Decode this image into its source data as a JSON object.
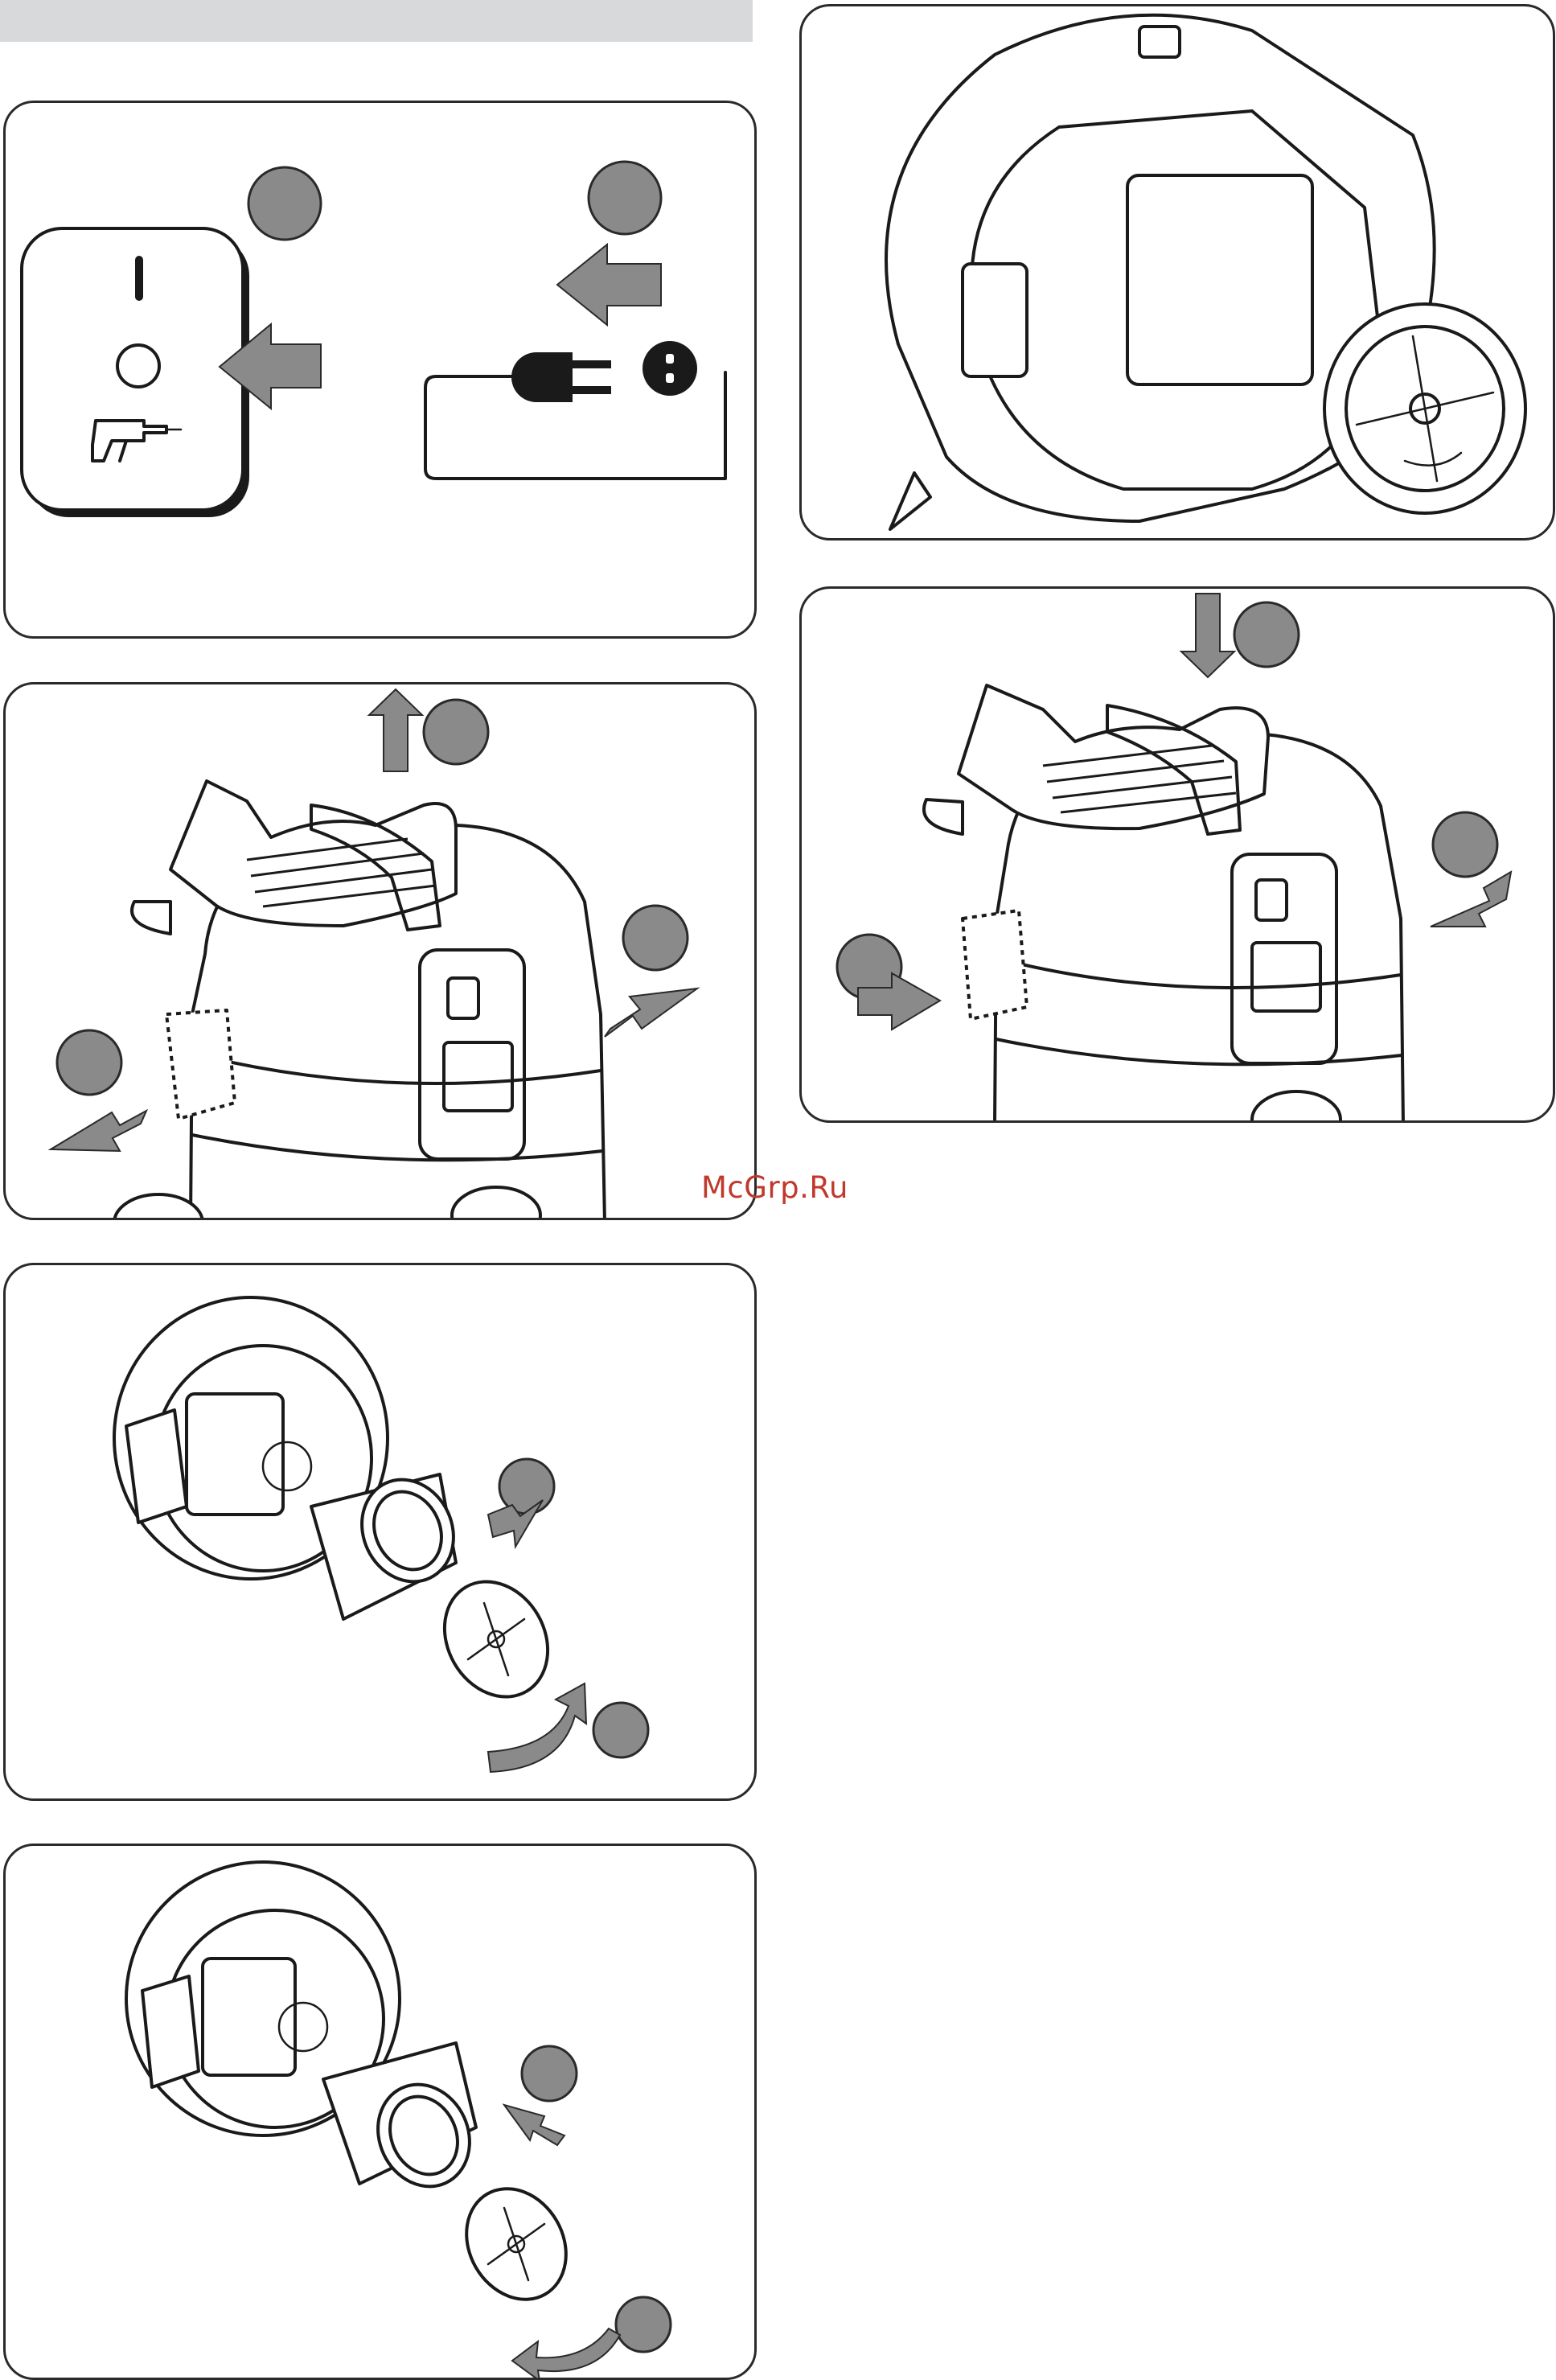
{
  "watermark": "McGrp.Ru",
  "colors": {
    "header_bar": "#d8d9db",
    "callout_fill": "#8a8a8a",
    "outline": "#2a2a2a",
    "watermark": "#c0392b"
  },
  "icons": [
    "on-off-switch-icon",
    "power-tool-socket-icon",
    "plug-icon",
    "outlet-icon",
    "arrow-icon"
  ],
  "panels": [
    {
      "id": "socket-and-plug",
      "callouts": 2
    },
    {
      "id": "open-latches-lift-head",
      "callouts": 3
    },
    {
      "id": "motor-head-with-filter",
      "callouts": 0
    },
    {
      "id": "close-latches-lower-head",
      "callouts": 3
    },
    {
      "id": "remove-filter",
      "callouts": 2
    },
    {
      "id": "install-filter",
      "callouts": 2
    }
  ]
}
